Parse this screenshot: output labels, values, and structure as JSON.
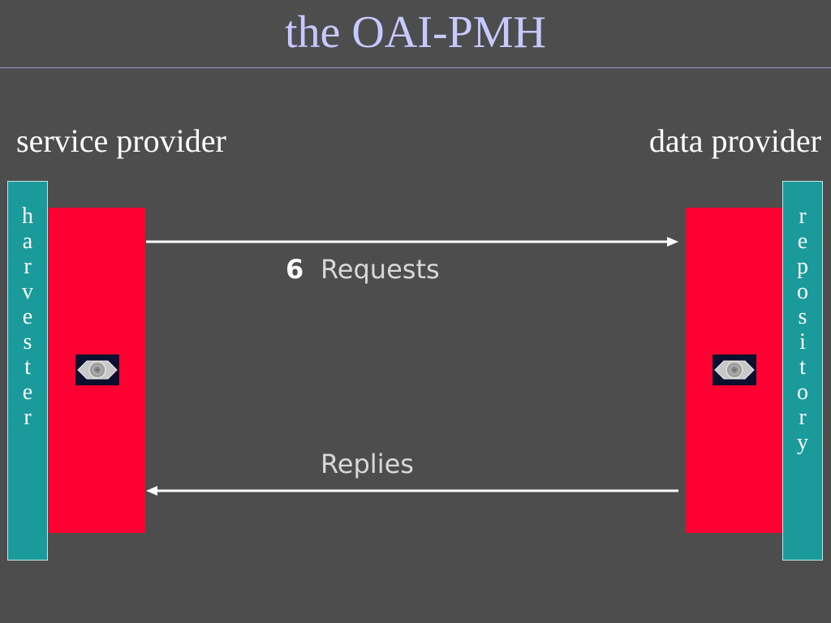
{
  "title": "the OAI-PMH",
  "left_side": {
    "label": "service provider",
    "vertical_letters": [
      "h",
      "a",
      "r",
      "v",
      "e",
      "s",
      "t",
      "e",
      "r"
    ],
    "icon": "server-icon"
  },
  "right_side": {
    "label": "data provider",
    "vertical_letters": [
      "r",
      "e",
      "p",
      "o",
      "s",
      "i",
      "t",
      "o",
      "r",
      "y"
    ],
    "icon": "server-icon"
  },
  "requests": {
    "number": "6",
    "label": "Requests"
  },
  "replies": {
    "label": "Replies"
  },
  "colors": {
    "background": "#4d4d4d",
    "title": "#c9c9ff",
    "teal_bar": "#1a9a9a",
    "red_block": "#ff0033",
    "arrow": "#ffffff"
  }
}
